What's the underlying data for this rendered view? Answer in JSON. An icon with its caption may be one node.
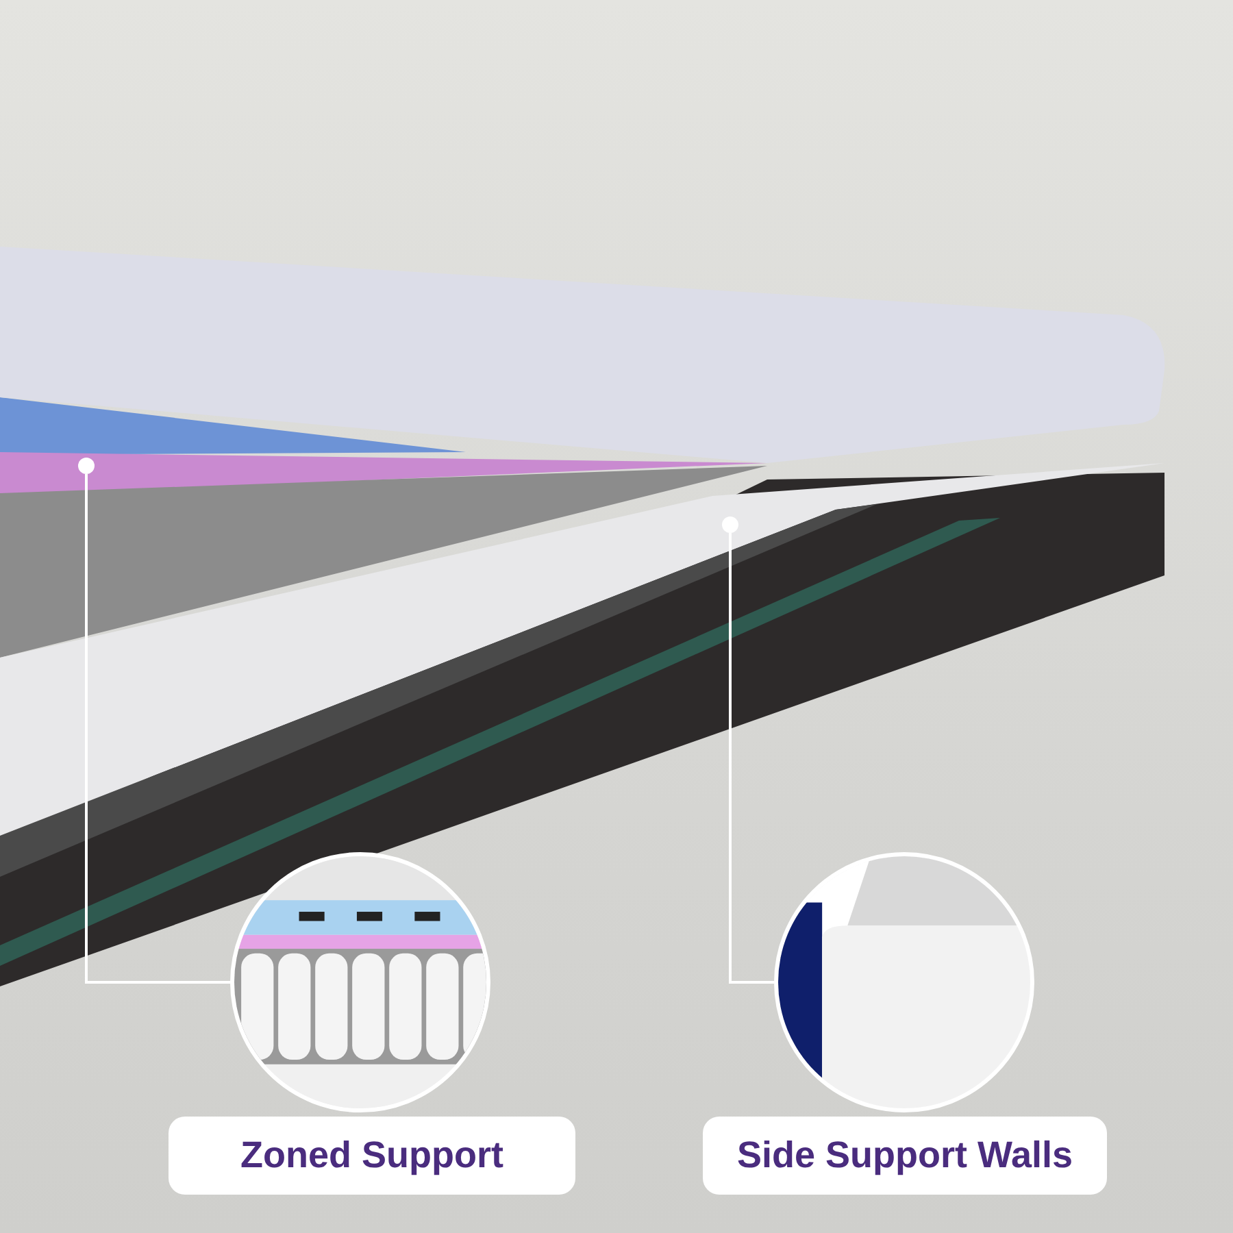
{
  "diagram": {
    "nodes": [
      {
        "text": [],
        "shape": "circle"
      },
      {
        "text": [],
        "shape": "picture"
      },
      {
        "text": [
          "Zoned Support"
        ]
      },
      {
        "text": [],
        "shape": "circle"
      },
      {
        "text": [],
        "shape": "picture"
      },
      {
        "text": [
          "Side Support Walls"
        ]
      }
    ],
    "edges": [
      {
        "from": 1,
        "to": 0,
        "arrow": "none"
      },
      {
        "from": 4,
        "to": 3,
        "arrow": "none"
      }
    ]
  }
}
